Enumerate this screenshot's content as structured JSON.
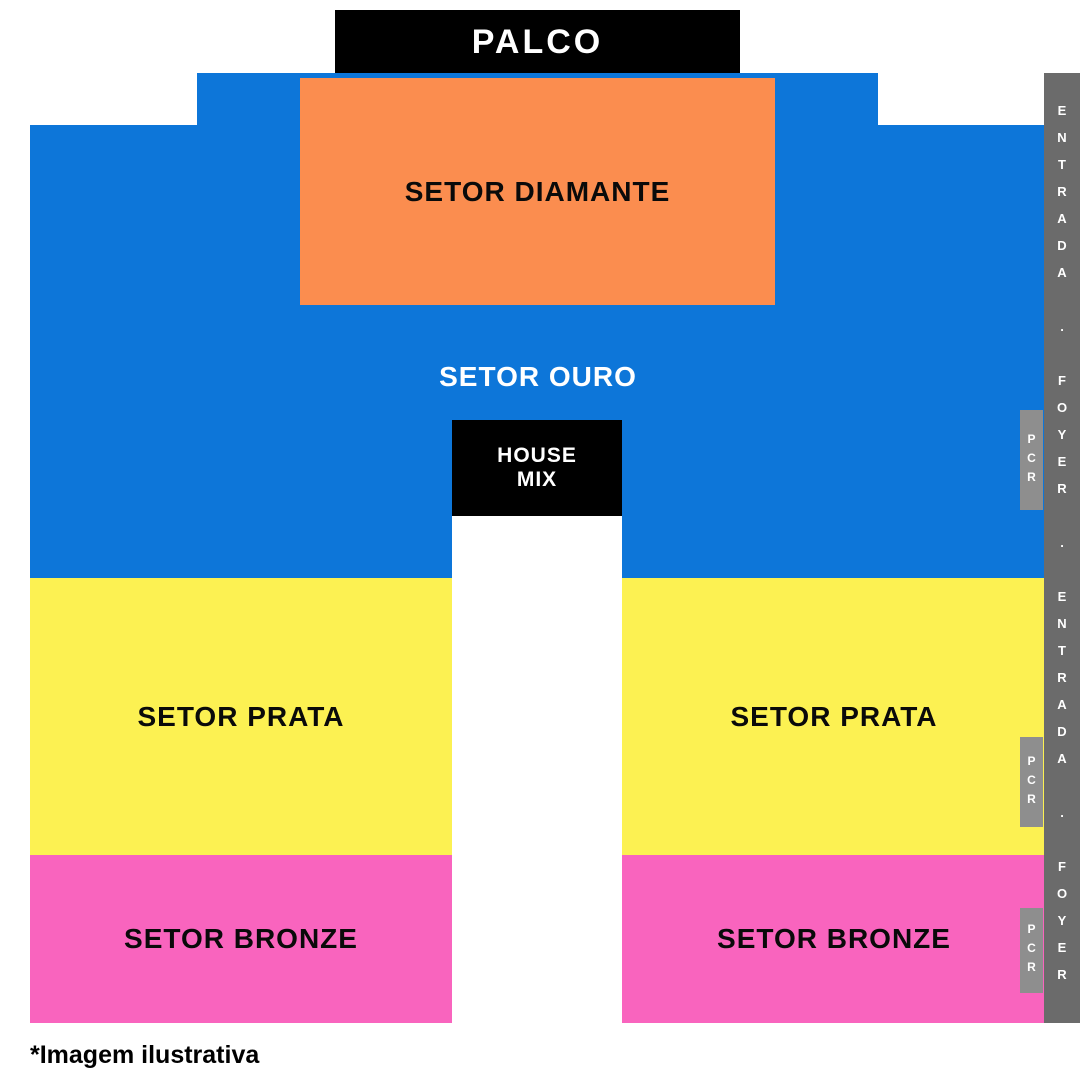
{
  "stage": {
    "label": "PALCO"
  },
  "sectors": {
    "diamante": {
      "label": "SETOR DIAMANTE",
      "color": "#FB8D4F"
    },
    "ouro": {
      "label": "SETOR OURO",
      "color": "#0D76D9"
    },
    "prata_left": {
      "label": "SETOR PRATA",
      "color": "#FCF152"
    },
    "prata_right": {
      "label": "SETOR PRATA",
      "color": "#FCF152"
    },
    "bronze_left": {
      "label": "SETOR BRONZE",
      "color": "#F964BE"
    },
    "bronze_right": {
      "label": "SETOR BRONZE",
      "color": "#F964BE"
    }
  },
  "house_mix": {
    "line1": "HOUSE",
    "line2": "MIX"
  },
  "pcr_boxes": [
    {
      "label": "PCR"
    },
    {
      "label": "PCR"
    },
    {
      "label": "PCR"
    }
  ],
  "entrance_strip": {
    "label": "ENTRADA . FOYER . ENTRADA . FOYER",
    "color": "#6B6B6B"
  },
  "footnote": "*Imagem ilustrativa"
}
